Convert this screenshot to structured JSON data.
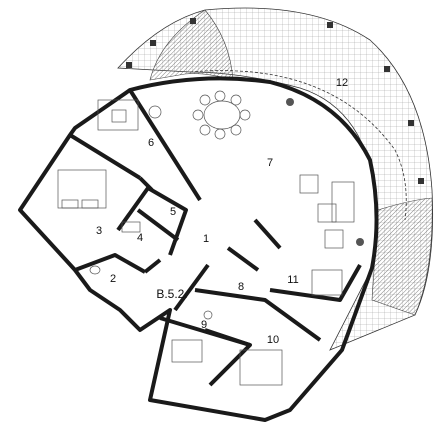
{
  "plan": {
    "unit_label": "B.5.2.",
    "rooms": [
      {
        "id": "1",
        "label": "1"
      },
      {
        "id": "2",
        "label": "2"
      },
      {
        "id": "3",
        "label": "3"
      },
      {
        "id": "4",
        "label": "4"
      },
      {
        "id": "5",
        "label": "5"
      },
      {
        "id": "6",
        "label": "6"
      },
      {
        "id": "7",
        "label": "7"
      },
      {
        "id": "8",
        "label": "8"
      },
      {
        "id": "9",
        "label": "9"
      },
      {
        "id": "10",
        "label": "10"
      },
      {
        "id": "11",
        "label": "11"
      },
      {
        "id": "12",
        "label": "12"
      }
    ],
    "colors": {
      "wall": "#1a1a1a",
      "hatch": "#888888",
      "line": "#333333"
    }
  }
}
